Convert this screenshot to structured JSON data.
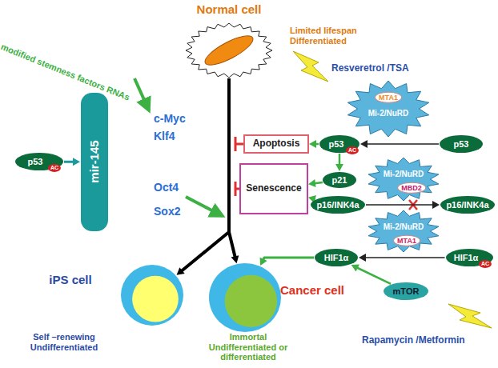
{
  "diagram": {
    "nodes": [
      {
        "text": [
          "Normal cell",
          "Limited lifespan Differentiated"
        ]
      },
      {
        "text": [
          "p53",
          "AC"
        ]
      },
      {
        "text": [
          "mir-145"
        ]
      },
      {
        "text": [
          "Apoptosis"
        ]
      },
      {
        "text": [
          "Senescence"
        ]
      },
      {
        "text": [
          "p53",
          "AC"
        ]
      },
      {
        "text": [
          "p53"
        ]
      },
      {
        "text": [
          "p21"
        ]
      },
      {
        "text": [
          "p16/INK4a"
        ]
      },
      {
        "text": [
          "p16/INK4a"
        ]
      },
      {
        "text": [
          "HIF1α"
        ]
      },
      {
        "text": [
          "HIF1α",
          "AC"
        ]
      },
      {
        "text": [
          "mTOR"
        ]
      },
      {
        "text": [
          "Mi-2/NuRD",
          "MTA1"
        ]
      },
      {
        "text": [
          "Mi-2/NuRD",
          "MBD2"
        ]
      },
      {
        "text": [
          "Mi-2/NuRD",
          "MTA1"
        ]
      },
      {
        "text": [
          "iPS cell",
          "Self –renewing Undifferentiated"
        ]
      },
      {
        "text": [
          "Cancer cell",
          "Immortal Undifferentiated or differentiated"
        ]
      }
    ],
    "edges": [
      {
        "from": 0,
        "to": 16,
        "arrow": "to"
      },
      {
        "from": 0,
        "to": 17,
        "arrow": "to"
      },
      {
        "from": 1,
        "to": 2,
        "arrow": "to"
      },
      {
        "from": 6,
        "to": 5,
        "arrow": "to"
      },
      {
        "from": 5,
        "to": 3,
        "arrow": "to"
      },
      {
        "from": 5,
        "to": 7,
        "arrow": "to"
      },
      {
        "from": 7,
        "to": 4,
        "arrow": "to"
      },
      {
        "from": 8,
        "to": 4,
        "arrow": "to"
      },
      {
        "from": 8,
        "to": 9,
        "arrow": "to"
      },
      {
        "from": 11,
        "to": 10,
        "arrow": "to"
      },
      {
        "from": 12,
        "to": 10,
        "arrow": "to"
      },
      {
        "from": 10,
        "to": 17,
        "arrow": "to"
      }
    ],
    "labels": [
      "modified stemness factors RNAs",
      "c-Myc",
      "Klf4",
      "Oct4",
      "Sox2",
      "Resveretrol /TSA",
      "Rapamycin /Metformin"
    ]
  }
}
